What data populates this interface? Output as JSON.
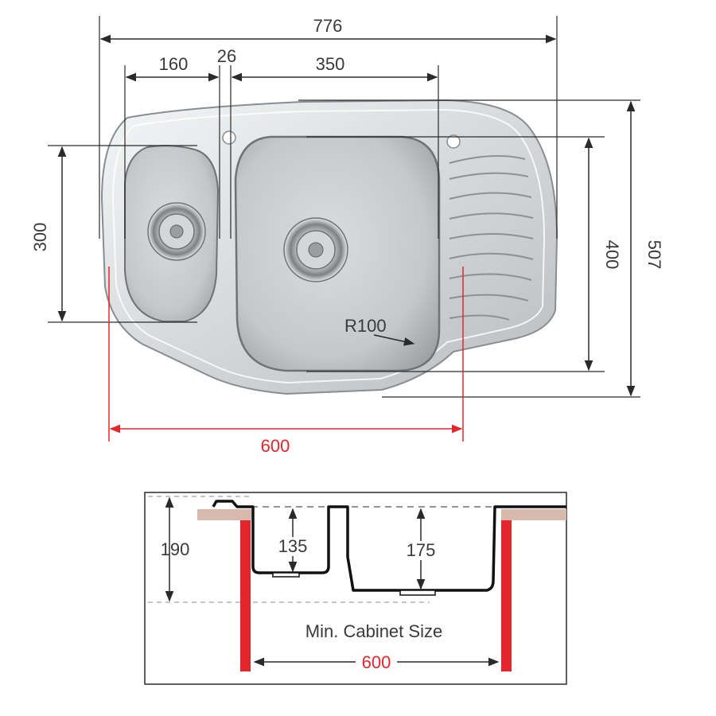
{
  "top_view": {
    "dimensions": {
      "overall_width": "776",
      "small_bowl_width": "160",
      "divider_width": "26",
      "large_bowl_width": "350",
      "small_bowl_depth": "300",
      "large_bowl_depth": "400",
      "overall_depth": "507",
      "corner_radius": "R100",
      "min_cabinet_width": "600"
    }
  },
  "section_view": {
    "dimensions": {
      "total_height": "190",
      "small_bowl_height": "135",
      "large_bowl_height": "175",
      "cabinet_width": "600"
    },
    "caption": "Min. Cabinet Size"
  },
  "colors": {
    "line": "#2a2a2a",
    "accent_red": "#e3262b",
    "benchtop": "#d9b9ad",
    "steel_light": "#eceeef",
    "steel_mid": "#c9ccce",
    "steel_dark": "#9fa3a6"
  }
}
